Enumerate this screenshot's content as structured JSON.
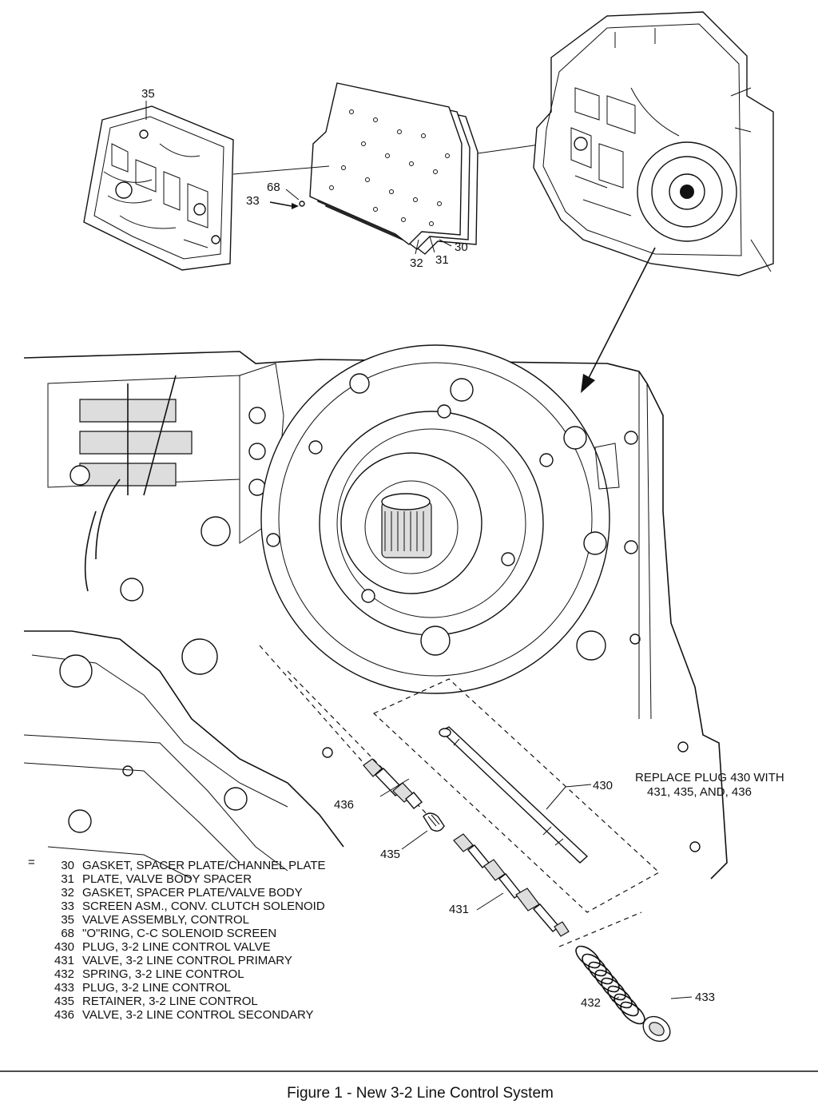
{
  "callouts": {
    "c35": "35",
    "c68": "68",
    "c33": "33",
    "c30": "30",
    "c32": "32",
    "c31": "31",
    "c430": "430",
    "c436": "436",
    "c435": "435",
    "c431": "431",
    "c432": "432",
    "c433": "433"
  },
  "note": {
    "line1": "REPLACE PLUG 430 WITH",
    "line2": "431, 435, AND, 436"
  },
  "legend": {
    "marker": "=",
    "items": [
      {
        "num": "30",
        "desc": "GASKET, SPACER PLATE/CHANNEL PLATE"
      },
      {
        "num": "31",
        "desc": "PLATE, VALVE BODY SPACER"
      },
      {
        "num": "32",
        "desc": "GASKET, SPACER PLATE/VALVE BODY"
      },
      {
        "num": "33",
        "desc": "SCREEN ASM., CONV. CLUTCH SOLENOID"
      },
      {
        "num": "35",
        "desc": "VALVE ASSEMBLY, CONTROL"
      },
      {
        "num": "68",
        "desc": "\"O\"RING, C-C SOLENOID SCREEN"
      },
      {
        "num": "430",
        "desc": "PLUG, 3-2 LINE CONTROL VALVE"
      },
      {
        "num": "431",
        "desc": "VALVE, 3-2 LINE CONTROL PRIMARY"
      },
      {
        "num": "432",
        "desc": "SPRING, 3-2 LINE CONTROL"
      },
      {
        "num": "433",
        "desc": "PLUG, 3-2 LINE CONTROL"
      },
      {
        "num": "435",
        "desc": "RETAINER, 3-2 LINE CONTROL"
      },
      {
        "num": "436",
        "desc": "VALVE, 3-2 LINE CONTROL SECONDARY"
      }
    ]
  },
  "caption": "Figure 1 - New 3-2 Line Control System"
}
